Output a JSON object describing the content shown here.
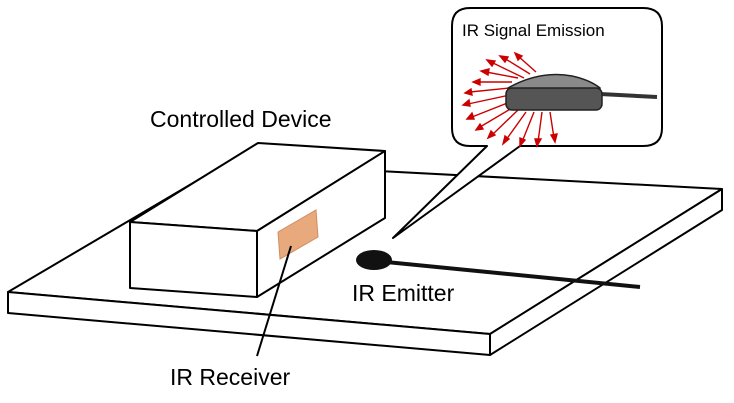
{
  "labels": {
    "controlled_device": "Controlled Device",
    "ir_signal_emission": "IR Signal Emission",
    "ir_emitter": "IR Emitter",
    "ir_receiver": "IR Receiver"
  },
  "colors": {
    "outline": "#000000",
    "background": "#ffffff",
    "receiver_window": "#e8a97c",
    "signal_arrows": "#cc0000",
    "emitter_body": "#555555",
    "emitter_top": "#8a8a8a",
    "emitter_cable": "#333333",
    "emitter_dot": "#111111"
  }
}
